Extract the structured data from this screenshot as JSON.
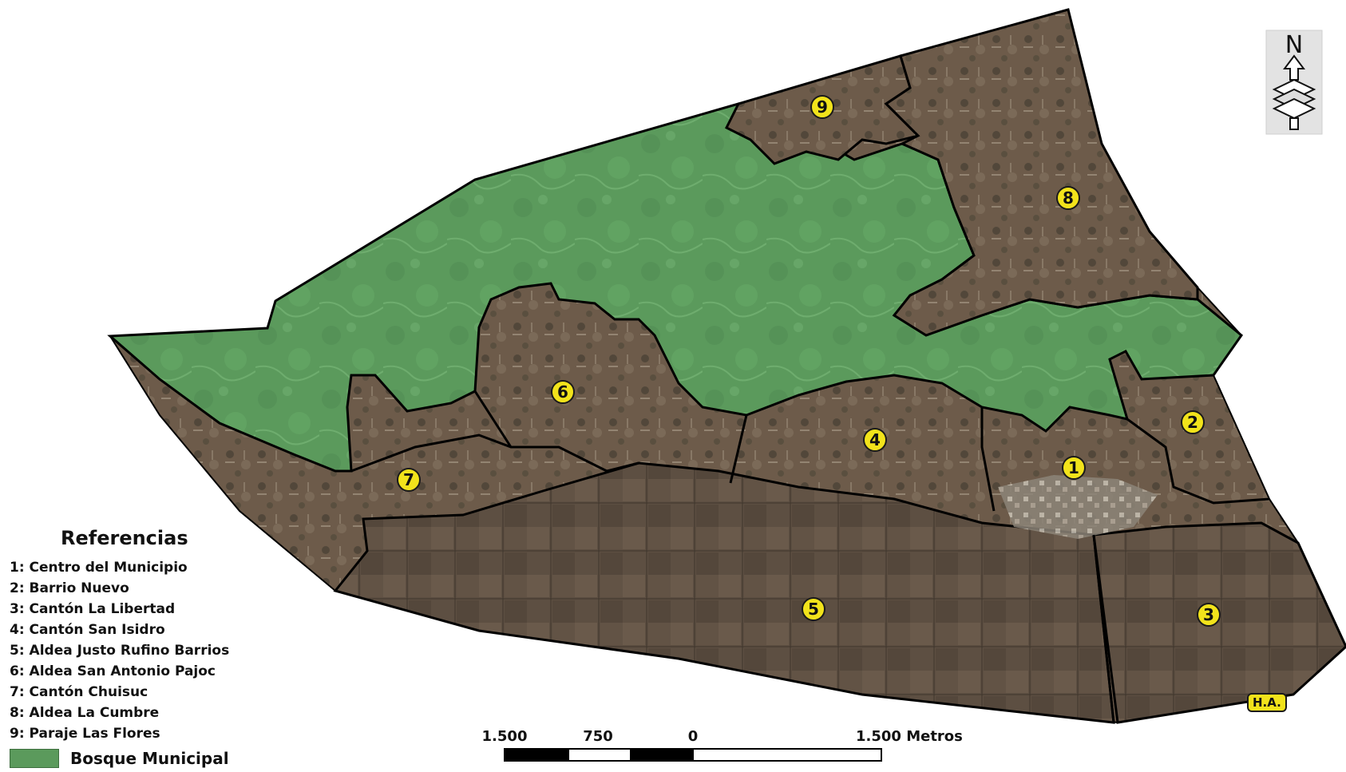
{
  "zones": [
    {
      "id": "1",
      "name": "Centro del Municipio"
    },
    {
      "id": "2",
      "name": "Barrio Nuevo"
    },
    {
      "id": "3",
      "name": "Cantón La Libertad"
    },
    {
      "id": "4",
      "name": "Cantón San Isidro"
    },
    {
      "id": "5",
      "name": "Aldea Justo Rufino Barrios"
    },
    {
      "id": "6",
      "name": "Aldea San Antonio Pajoc"
    },
    {
      "id": "7",
      "name": "Cantón Chuisuc"
    },
    {
      "id": "8",
      "name": "Aldea La Cumbre"
    },
    {
      "id": "9",
      "name": "Paraje Las Flores"
    }
  ],
  "legend": {
    "title": "Referencias",
    "items": [
      "1: Centro del Municipio",
      "2: Barrio Nuevo",
      "3: Cantón La Libertad",
      "4: Cantón San Isidro",
      "5: Aldea Justo Rufino Barrios",
      "6: Aldea San Antonio Pajoc",
      "7: Cantón Chuisuc",
      "8: Aldea La Cumbre",
      "9: Paraje Las Flores"
    ],
    "forest_label": "Bosque Municipal"
  },
  "scale_bar": {
    "labels": [
      "1.500",
      "750",
      "0",
      "1.500 Metros"
    ]
  },
  "north_arrow": {
    "letter": "N",
    "icon": "north-arrow-icon"
  },
  "credit": "H.A.",
  "colors": {
    "forest": "#5b9a5c",
    "terrain": "#6b5a48",
    "label_badge": "#f2e31b",
    "boundary": "#000000"
  }
}
